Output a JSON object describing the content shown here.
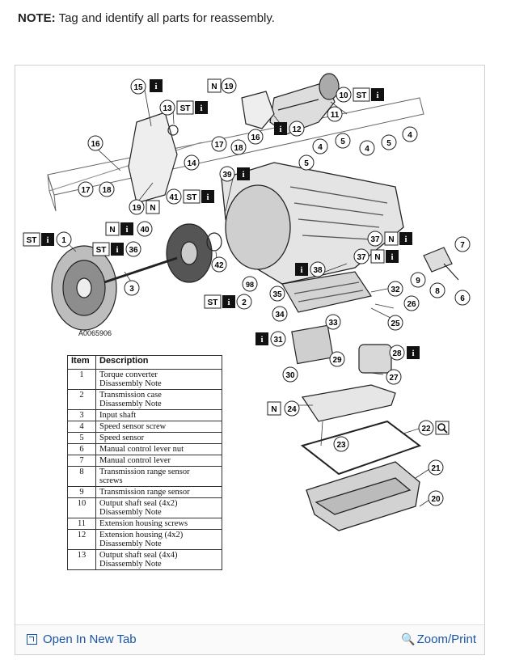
{
  "note": {
    "label": "NOTE:",
    "text": " Tag and identify all parts for reassembly."
  },
  "figure_id": "A0065906",
  "badges": {
    "st": "ST",
    "n": "N",
    "info": "i"
  },
  "callouts": [
    "1",
    "2",
    "3",
    "4",
    "5",
    "6",
    "7",
    "8",
    "9",
    "10",
    "11",
    "12",
    "13",
    "14",
    "15",
    "16",
    "17",
    "18",
    "19",
    "20",
    "21",
    "22",
    "23",
    "24",
    "25",
    "26",
    "27",
    "28",
    "29",
    "30",
    "31",
    "32",
    "33",
    "34",
    "35",
    "36",
    "37",
    "38",
    "39",
    "40",
    "41",
    "42",
    "98"
  ],
  "table": {
    "headers": [
      "Item",
      "Description"
    ],
    "rows": [
      {
        "item": "1",
        "desc": "Torque converter",
        "sub": "Disassembly Note"
      },
      {
        "item": "2",
        "desc": "Transmission case",
        "sub": "Disassembly Note"
      },
      {
        "item": "3",
        "desc": "Input shaft",
        "sub": ""
      },
      {
        "item": "4",
        "desc": "Speed sensor screw",
        "sub": ""
      },
      {
        "item": "5",
        "desc": "Speed sensor",
        "sub": ""
      },
      {
        "item": "6",
        "desc": "Manual control lever nut",
        "sub": ""
      },
      {
        "item": "7",
        "desc": "Manual control lever",
        "sub": ""
      },
      {
        "item": "8",
        "desc": "Transmission range sensor",
        "sub": "screws"
      },
      {
        "item": "9",
        "desc": "Transmission range sensor",
        "sub": ""
      },
      {
        "item": "10",
        "desc": "Output shaft seal (4x2)",
        "sub": "Disassembly Note"
      },
      {
        "item": "11",
        "desc": "Extension housing screws",
        "sub": ""
      },
      {
        "item": "12",
        "desc": "Extension housing (4x2)",
        "sub": "Disassembly Note"
      },
      {
        "item": "13",
        "desc": "Output shaft seal (4x4)",
        "sub": "Disassembly Note"
      }
    ]
  },
  "footer": {
    "open_tab": "Open In New Tab",
    "zoom_print": "Zoom/Print",
    "zoom_icon": "magnifier-icon",
    "open_icon": "open-tab-icon"
  }
}
